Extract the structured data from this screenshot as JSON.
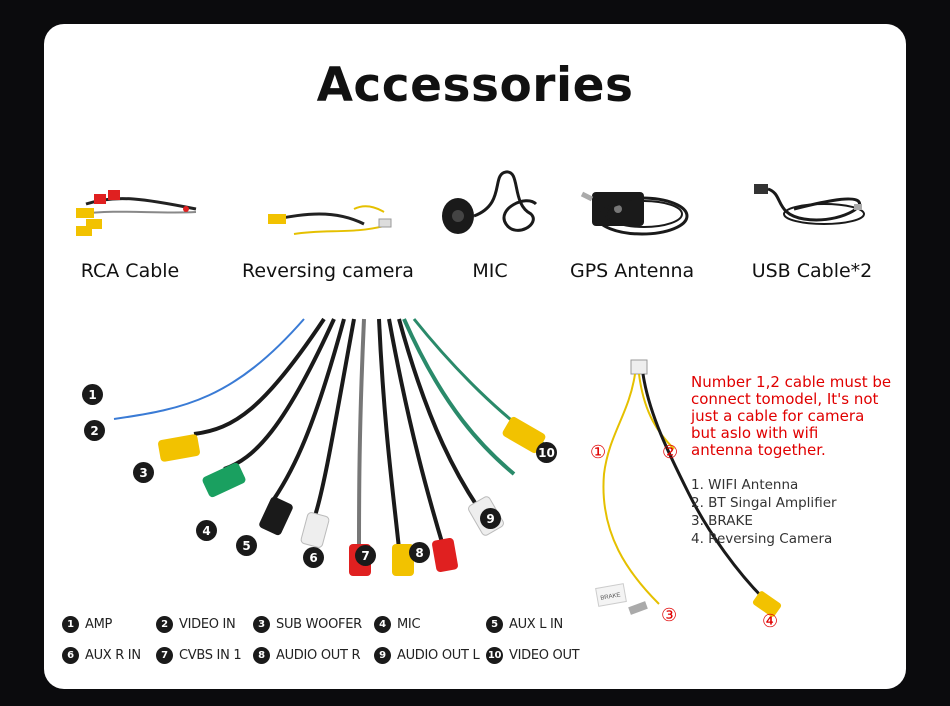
{
  "title": "Accessories",
  "products": [
    {
      "label": "RCA Cable",
      "icon": "rca-cable-icon"
    },
    {
      "label": "Reversing camera",
      "icon": "reversing-camera-cable-icon"
    },
    {
      "label": "MIC",
      "icon": "microphone-icon"
    },
    {
      "label": "GPS Antenna",
      "icon": "gps-antenna-icon"
    },
    {
      "label": "USB Cable*2",
      "icon": "usb-cable-icon"
    }
  ],
  "cable_numbers": [
    "1",
    "2",
    "3",
    "4",
    "5",
    "6",
    "7",
    "8",
    "9",
    "10"
  ],
  "legend": [
    {
      "num": "1",
      "label": "AMP"
    },
    {
      "num": "2",
      "label": "VIDEO IN"
    },
    {
      "num": "3",
      "label": "SUB WOOFER"
    },
    {
      "num": "4",
      "label": "MIC"
    },
    {
      "num": "5",
      "label": "AUX L IN"
    },
    {
      "num": "6",
      "label": "AUX R IN"
    },
    {
      "num": "7",
      "label": "CVBS IN 1"
    },
    {
      "num": "8",
      "label": "AUDIO OUT R"
    },
    {
      "num": "9",
      "label": "AUDIO OUT L"
    },
    {
      "num": "10",
      "label": "VIDEO OUT"
    }
  ],
  "note_lines": [
    "Number 1,2 cable must be",
    "connect tomodel, It's not",
    "just a cable for camera",
    "but aslo with wifi",
    "antenna together."
  ],
  "wire_list": [
    "1. WIFI Antenna",
    "2. BT Singal Amplifier",
    "3. BRAKE",
    "4. Reversing Camera"
  ],
  "harness_markers": [
    "①",
    "②",
    "③",
    "④"
  ],
  "harness_tag": "BRAKE",
  "colors": {
    "accent_red": "#e00000",
    "rca_yellow": "#f2c200",
    "rca_red": "#e02020",
    "rca_green": "#1aa060",
    "background": "#0b0b0d"
  }
}
